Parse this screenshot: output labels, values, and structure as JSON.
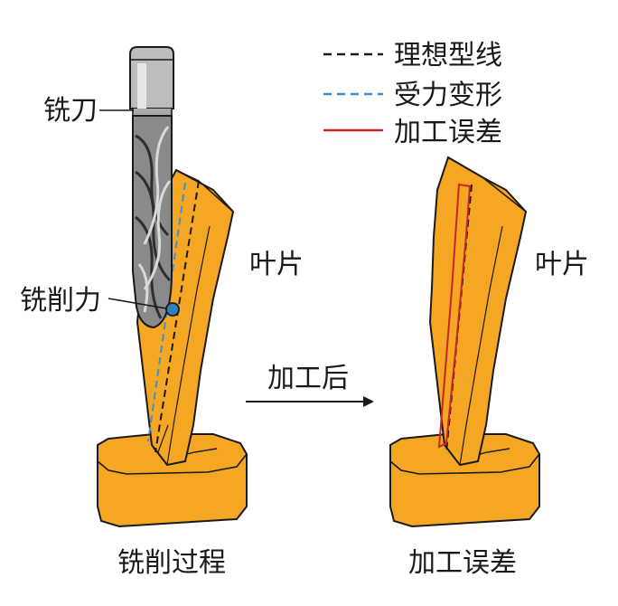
{
  "legend": {
    "items": [
      {
        "label": "理想型线",
        "style": "dashed",
        "color": "#1a1a1a"
      },
      {
        "label": "受力变形",
        "style": "dashed",
        "color": "#3d8fd1"
      },
      {
        "label": "加工误差",
        "style": "solid",
        "color": "#c62828"
      }
    ]
  },
  "labels": {
    "milling_cutter": "铣刀",
    "blade_left": "叶片",
    "blade_right": "叶片",
    "milling_force": "铣削力",
    "arrow_text": "加工后",
    "caption_left": "铣削过程",
    "caption_right": "加工误差"
  },
  "colors": {
    "blade_fill": "#f5a623",
    "blade_dark": "#e59516",
    "outline": "#1a1a1a",
    "tool_light": "#c9c9c9",
    "tool_dark": "#6e6e6e",
    "force_dot": "#2f7fc1"
  }
}
